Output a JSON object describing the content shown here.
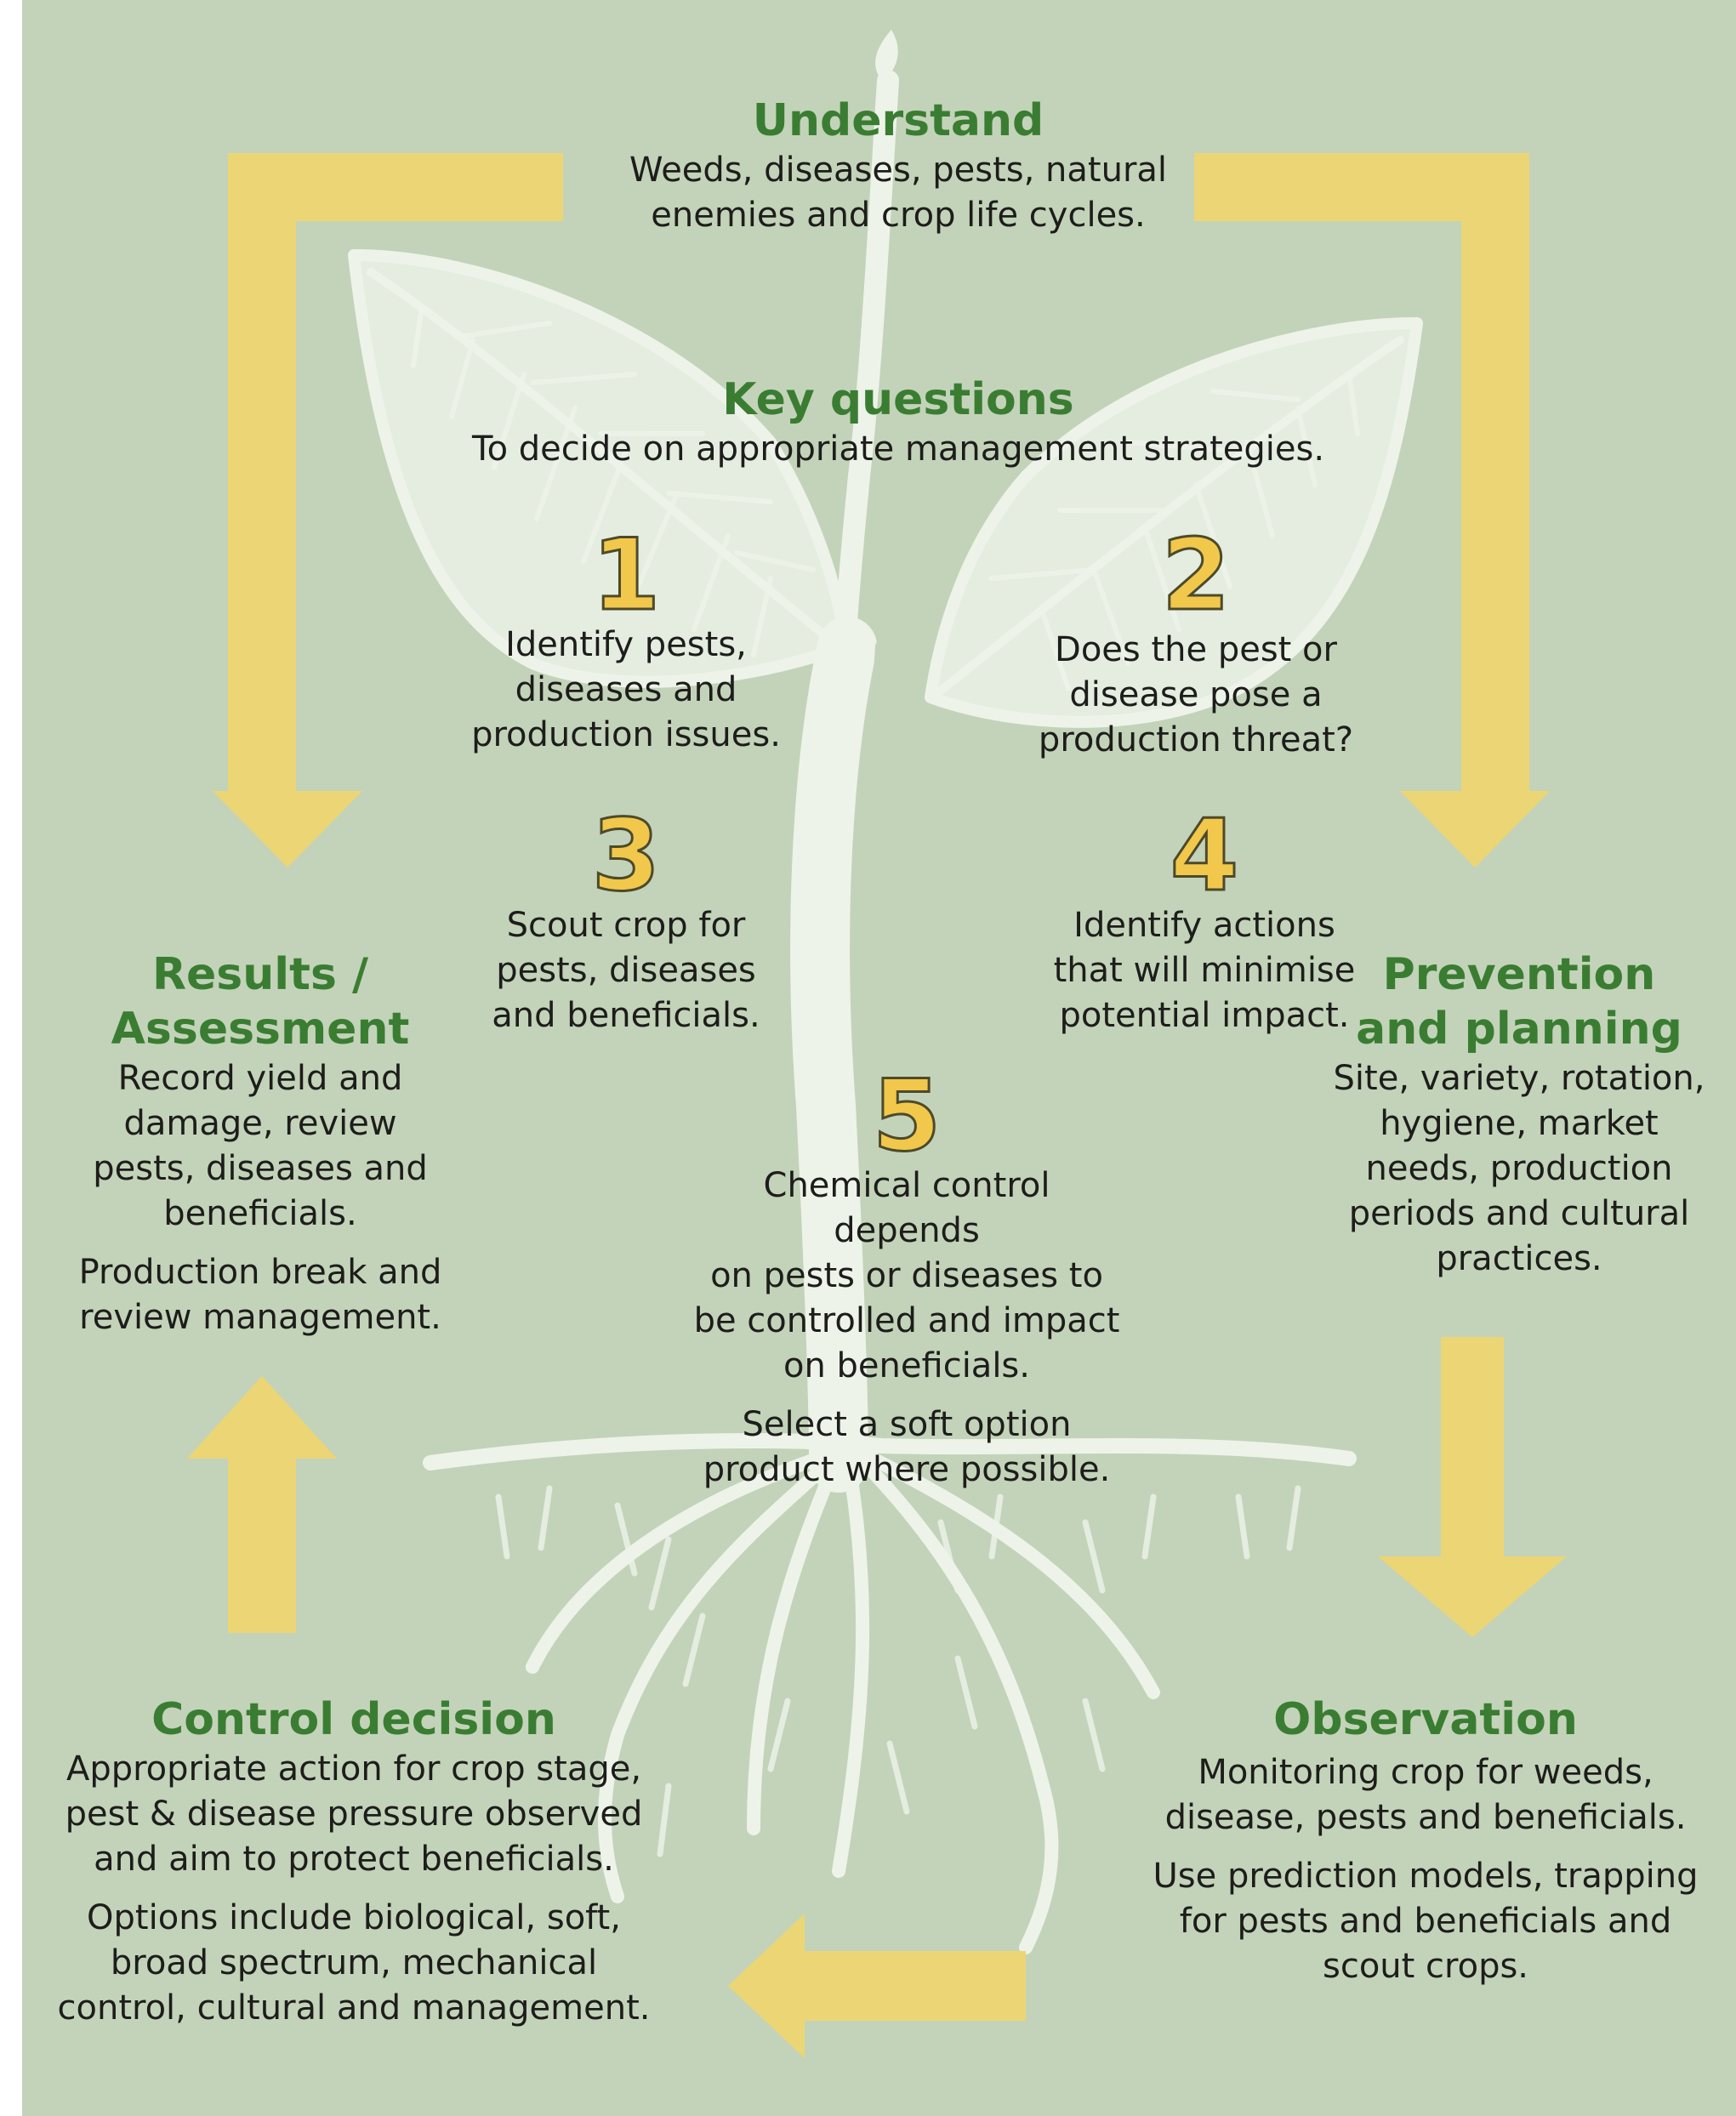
{
  "colors": {
    "panel_bg": "#c3d3b9",
    "heading_green": "#3a7d32",
    "arrow_yellow": "#ecd574",
    "number_yellow": "#f1c84b",
    "plant_white": "#eef3ea",
    "body_text": "#1d1d1b"
  },
  "understand": {
    "heading": "Understand",
    "lines": [
      "Weeds, diseases, pests, natural",
      "enemies and crop life cycles."
    ]
  },
  "key_questions": {
    "heading": "Key questions",
    "lines": [
      "To decide on appropriate management strategies."
    ]
  },
  "questions": [
    {
      "number": "1",
      "lines": [
        "Identify pests,",
        "diseases and",
        "production issues."
      ]
    },
    {
      "number": "2",
      "lines": [
        "Does the pest or",
        "disease pose a",
        "production threat?"
      ]
    },
    {
      "number": "3",
      "lines": [
        "Scout crop for",
        "pests, diseases",
        "and beneficials."
      ]
    },
    {
      "number": "4",
      "lines": [
        "Identify actions",
        "that will minimise",
        "potential impact."
      ]
    },
    {
      "number": "5",
      "lines": [
        "Chemical control depends",
        "on pests or diseases to",
        "be controlled and impact",
        "on beneficials."
      ],
      "lines2": [
        "Select a soft option",
        "product where possible."
      ]
    }
  ],
  "results": {
    "heading_lines": [
      "Results /",
      "Assessment"
    ],
    "lines": [
      "Record yield and",
      "damage, review",
      "pests, diseases and",
      "beneficials."
    ],
    "lines2": [
      "Production break and",
      "review management."
    ]
  },
  "prevention": {
    "heading_lines": [
      "Prevention",
      "and planning"
    ],
    "lines": [
      "Site, variety, rotation,",
      "hygiene, market",
      "needs, production",
      "periods and cultural",
      "practices."
    ]
  },
  "observation": {
    "heading": "Observation",
    "lines": [
      "Monitoring crop for weeds,",
      "disease, pests and beneficials."
    ],
    "lines2": [
      "Use prediction models, trapping",
      "for pests and beneficials and",
      "scout crops."
    ]
  },
  "control": {
    "heading": "Control decision",
    "lines": [
      "Appropriate action for crop stage,",
      "pest & disease pressure observed",
      "and aim to protect beneficials."
    ],
    "lines2": [
      "Options include biological, soft,",
      "broad spectrum, mechanical",
      "control, cultural and management."
    ]
  }
}
